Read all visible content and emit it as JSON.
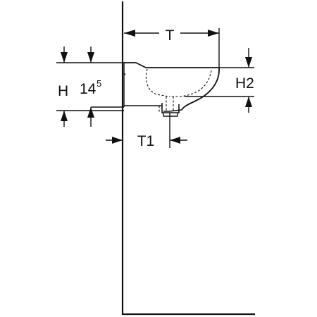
{
  "labels": {
    "depth": "T",
    "height": "H",
    "height_value": "14",
    "height_value_sup": "5",
    "height_2": "H2",
    "depth_1": "T1"
  },
  "colors": {
    "line": "#111111",
    "background": "#ffffff"
  }
}
